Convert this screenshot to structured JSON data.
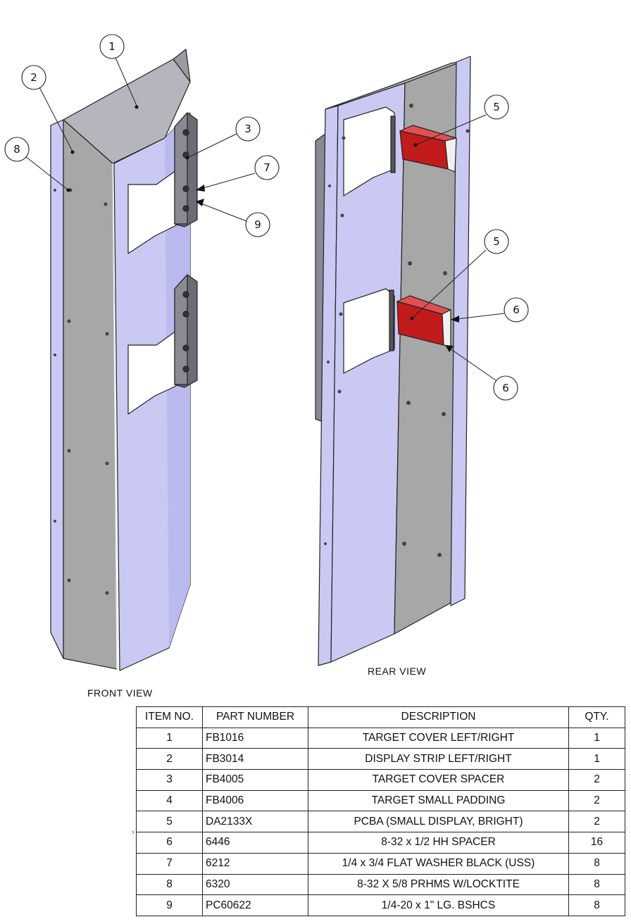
{
  "balloons": {
    "b1": "1",
    "b2": "2",
    "b3": "3",
    "b7": "7",
    "b8": "8",
    "b9": "9",
    "b5a": "5",
    "b5b": "5",
    "b6a": "6",
    "b6b": "6"
  },
  "views": {
    "front": "FRONT VIEW",
    "rear": "REAR VIEW"
  },
  "colors": {
    "panel_lavender": "#c9c9f3",
    "strip_gray": "#a7a7a8",
    "pcb_red": "#c21b1b",
    "spacer_dark": "#6c6c76"
  },
  "bom": {
    "headers": [
      "ITEM NO.",
      "PART NUMBER",
      "DESCRIPTION",
      "QTY."
    ],
    "rows": [
      [
        "1",
        "FB1016",
        "TARGET COVER LEFT/RIGHT",
        "1"
      ],
      [
        "2",
        "FB3014",
        "DISPLAY STRIP LEFT/RIGHT",
        "1"
      ],
      [
        "3",
        "FB4005",
        "TARGET COVER SPACER",
        "2"
      ],
      [
        "4",
        "FB4006",
        "TARGET SMALL PADDING",
        "2"
      ],
      [
        "5",
        "DA2133X",
        "PCBA (SMALL DISPLAY, BRIGHT)",
        "2"
      ],
      [
        "6",
        "6446",
        "8-32 x 1/2 HH SPACER",
        "16"
      ],
      [
        "7",
        "6212",
        "1/4 x 3/4 FLAT WASHER BLACK (USS)",
        "8"
      ],
      [
        "8",
        "6320",
        "8-32 X 5/8 PRHMS W/LOCKTITE",
        "8"
      ],
      [
        "9",
        "PC60622",
        "1/4-20 x 1\" LG. BSHCS",
        "8"
      ]
    ]
  }
}
